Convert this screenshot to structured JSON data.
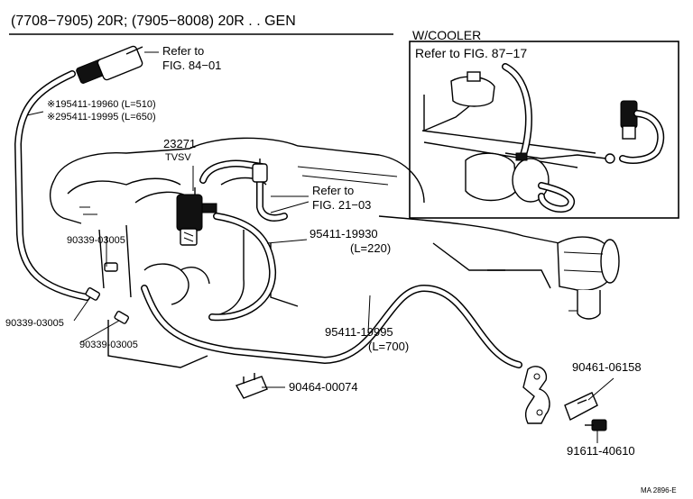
{
  "header": {
    "title": "(7708−7905) 20R; (7905−8008) 20R . . GEN"
  },
  "inset": {
    "title": "W/COOLER",
    "ref": "Refer to FIG. 87−17"
  },
  "labels": {
    "ref_84_line1": "Refer to",
    "ref_84_line2": "FIG. 84−01",
    "hose_a": "※195411-19960 (L=510)",
    "hose_b": "※295411-19995 (L=650)",
    "tvsv_num": "23271",
    "tvsv_txt": "TVSV",
    "ref_21_line1": "Refer to",
    "ref_21_line2": "FIG. 21−03",
    "clamp_1": "90339-03005",
    "clamp_2": "90339-03005",
    "clamp_3": "90339-03005",
    "hose_220_num": "95411-19930",
    "hose_220_len": "(L=220)",
    "hose_700_num": "95411-19995",
    "hose_700_len": "(L=700)",
    "clip": "90464-00074",
    "bracket": "90461-06158",
    "bolt": "91611-40610",
    "code": "MA 2896-E"
  }
}
